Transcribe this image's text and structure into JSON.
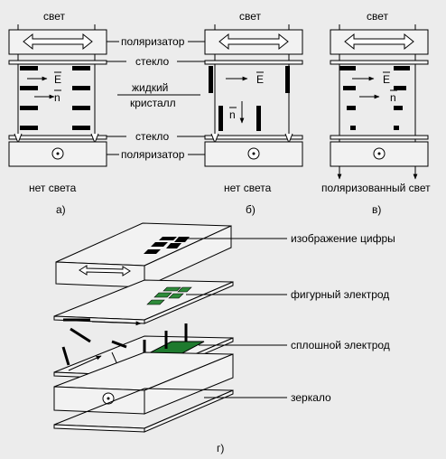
{
  "panel_a": {
    "top": "свет",
    "caption": "нет света",
    "letter": "а)"
  },
  "panel_b": {
    "top": "свет",
    "caption": "нет света",
    "letter": "б)"
  },
  "panel_c": {
    "top": "свет",
    "caption": "поляризованный свет",
    "letter": "в)"
  },
  "labels": {
    "polarizer_top": "поляризатор",
    "glass_top": "стекло",
    "liquid": "жидкий",
    "crystal": "кристалл",
    "glass_bottom": "стекло",
    "polarizer_bottom": "поляризатор"
  },
  "vectors": {
    "E": "E",
    "n": "n"
  },
  "panel_d": {
    "letter": "г)",
    "labels": {
      "digit_image": "изображение цифры",
      "figured_electrode": "фигурный электрод",
      "solid_electrode": "сплошной электрод",
      "mirror": "зеркало"
    }
  },
  "colors": {
    "background": "#ececec",
    "plate": "#f2f2f2",
    "line": "#000000",
    "electrode": "#1e7a2e",
    "electrode_segment": "#2e8b3a"
  }
}
